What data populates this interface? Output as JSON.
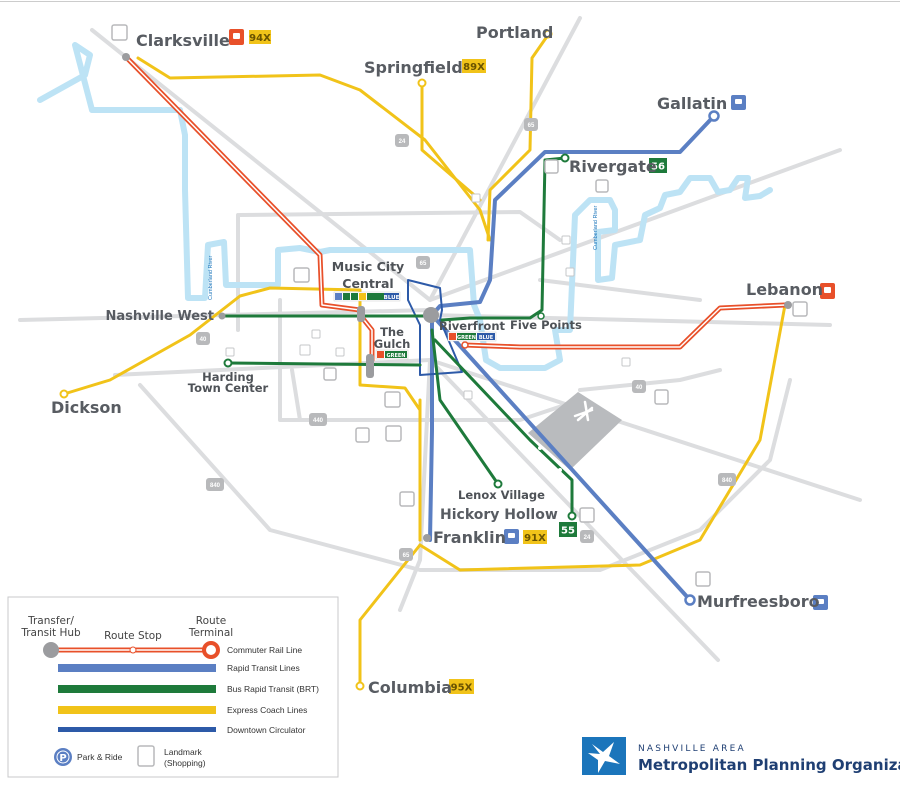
{
  "cities": {
    "clarksville": "Clarksville",
    "portland": "Portland",
    "springfield": "Springfield",
    "gallatin": "Gallatin",
    "rivergate": "Rivergate",
    "lebanon": "Lebanon",
    "nashville_west": "Nashville West",
    "dickson": "Dickson",
    "five_points": "Five Points",
    "harding": "Harding",
    "harding2": "Town Center",
    "lenox_village": "Lenox Village",
    "hickory_hollow": "Hickory Hollow",
    "franklin": "Franklin",
    "murfreesboro": "Murfreesboro",
    "columbia": "Columbia"
  },
  "stations": {
    "music_city_1": "Music City",
    "music_city_2": "Central",
    "riverfront": "Riverfront",
    "gulch_1": "The",
    "gulch_2": "Gulch"
  },
  "badges": {
    "clarksville": "94X",
    "springfield": "89X",
    "rivergate": "56",
    "franklin": "91X",
    "hickory_hollow": "55",
    "columbia": "95X",
    "green": "GREEN",
    "blue": "BLUE"
  },
  "highways": {
    "i24_n": "24",
    "i65_n": "65",
    "i65_c": "65",
    "i40_w": "40",
    "i40_e": "40",
    "i440": "440",
    "i840_w": "840",
    "i840_e": "840",
    "i65_s": "65",
    "i24_s": "24"
  },
  "river_labels": {
    "west": "Cumberland River",
    "east": "Cumberland River"
  },
  "legend": {
    "transfer": "Transfer/",
    "transfer2": "Transit Hub",
    "route_stop": "Route Stop",
    "route_terminal": "Route",
    "route_terminal2": "Terminal",
    "commuter_rail": "Commuter Rail Line",
    "rapid_transit": "Rapid Transit Lines",
    "brt": "Bus Rapid Transit (BRT)",
    "express": "Express Coach Lines",
    "circulator": "Downtown Circulator",
    "park_ride": "Park & Ride",
    "landmark": "Landmark",
    "landmark2": "(Shopping)"
  },
  "logo": {
    "small": "NASHVILLE AREA",
    "big": "Metropolitan Planning Organization"
  },
  "colors": {
    "rail": "#e8502a",
    "rapid": "#5b7fc3",
    "brt": "#1e7a3b",
    "express": "#f1c319",
    "circulator": "#2d5aa8",
    "river": "#bde3f5",
    "road": "#dcdddf"
  }
}
